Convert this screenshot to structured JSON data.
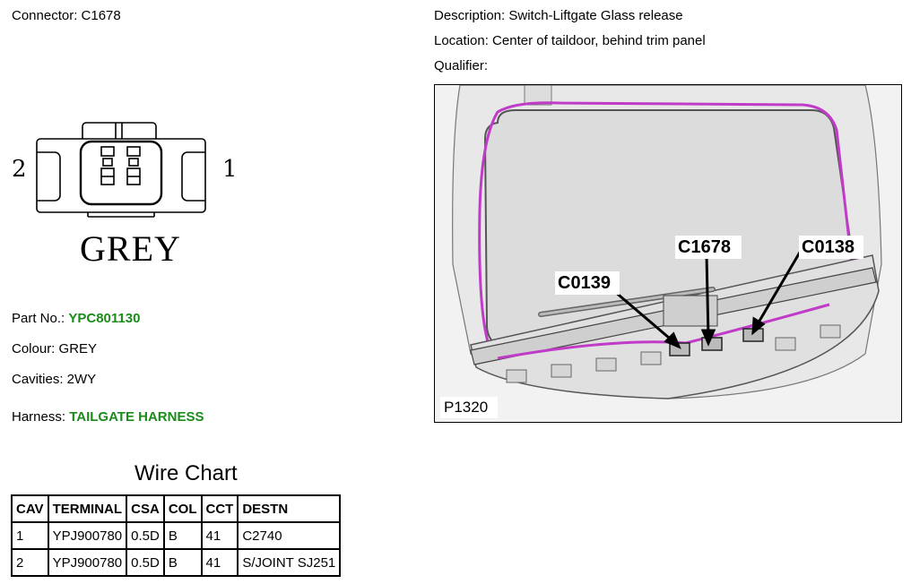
{
  "header": {
    "connector": "Connector: C1678",
    "description": "Description: Switch-Liftgate Glass release",
    "location": "Location: Center of taildoor, behind trim panel",
    "qualifier": "Qualifier:"
  },
  "connector_diagram": {
    "pin_left": "2",
    "pin_right": "1",
    "color_label": "GREY"
  },
  "details": {
    "part_label": "Part No.:",
    "part_value": "YPC801130",
    "colour": "Colour: GREY",
    "cavities": "Cavities: 2WY",
    "harness_label": "Harness:",
    "harness_value": "TAILGATE HARNESS",
    "link_color": "#1a8c1a"
  },
  "wire_chart": {
    "title": "Wire Chart",
    "headers": [
      "CAV",
      "TERMINAL",
      "CSA",
      "COL",
      "CCT",
      "DESTN"
    ],
    "rows": [
      [
        "1",
        "YPJ900780",
        "0.5D",
        "B",
        "41",
        "C2740"
      ],
      [
        "2",
        "YPJ900780",
        "0.5D",
        "B",
        "41",
        "S/JOINT SJ251"
      ]
    ]
  },
  "location_image": {
    "callouts": [
      "C0139",
      "C1678",
      "C0138"
    ],
    "plate_id": "P1320",
    "harness_color": "#c03cc8"
  }
}
